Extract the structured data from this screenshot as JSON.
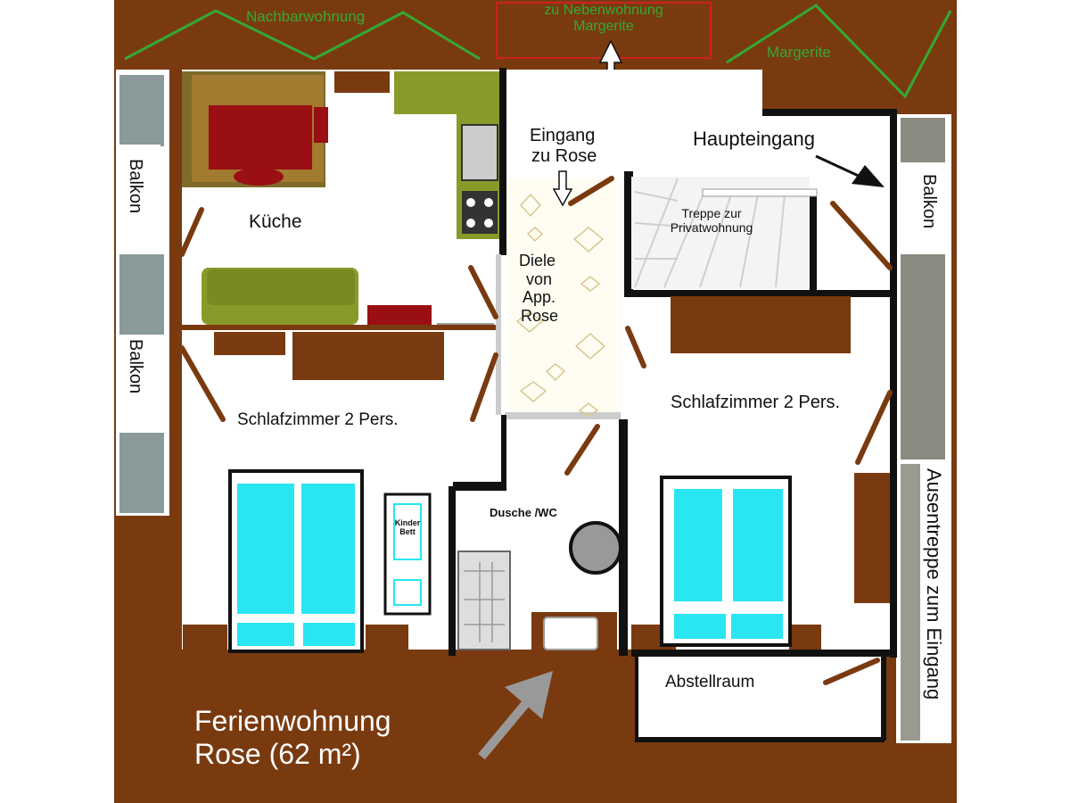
{
  "labels": {
    "neighbor": "Nachbarwohnung",
    "side_apartment_line1": "zu Nebenwohnung",
    "side_apartment_line2": "Margerite",
    "margerite": "Margerite",
    "balcony_top": "Balkon",
    "balcony_bottom": "Balkon",
    "balcony_right": "Balkon",
    "kitchen": "Küche",
    "entrance_rose_line1": "Eingang",
    "entrance_rose_line2": "zu Rose",
    "main_entrance": "Haupteingang",
    "stairs_line1": "Treppe  zur",
    "stairs_line2": "Privatwohnung",
    "hall_line1": "Diele",
    "hall_line2": "von",
    "hall_line3": "App.",
    "hall_line4": "Rose",
    "bedroom_left": "Schlafzimmer 2  Pers.",
    "bedroom_right": "Schlafzimmer 2 Pers.",
    "shower": "Dusche /WC",
    "child_bed_line1": "Kinder",
    "child_bed_line2": "Bett",
    "storage": "Abstellraum",
    "outdoor_stairs": "Ausentreppe zum Eingang",
    "title_line1": "Ferienwohnung",
    "title_line2": "Rose (62 m²)"
  },
  "colors": {
    "wall_brown": "#7a3a10",
    "floor_white": "#ffffff",
    "bed_cyan": "#29e6f2",
    "sofa_green": "#8a9a2a",
    "kitchen_red": "#9a0f14",
    "green_line": "#33aa33",
    "red_box": "#cc2222",
    "arrow_gray": "#999999"
  }
}
